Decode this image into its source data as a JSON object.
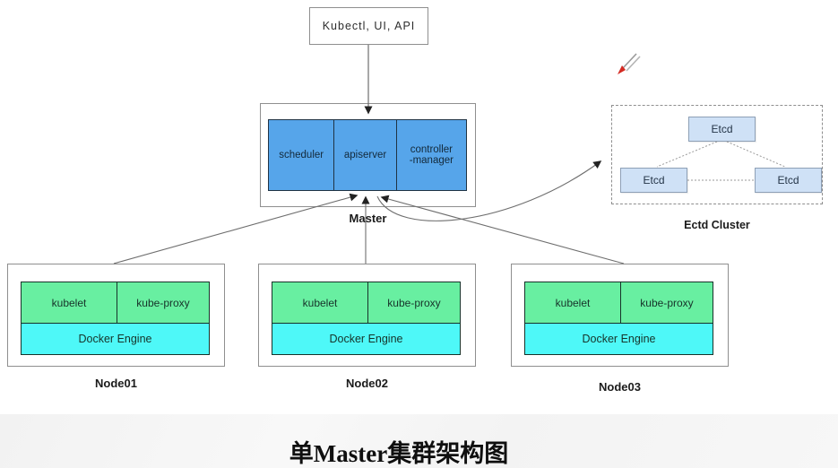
{
  "diagram": {
    "client_box": {
      "label": "Kubectl,  UI,  API"
    },
    "master": {
      "label": "Master",
      "components": [
        "scheduler",
        "apiserver",
        "controller\n-manager"
      ]
    },
    "etcd_cluster": {
      "label": "Ectd Cluster",
      "nodes": [
        "Etcd",
        "Etcd",
        "Etcd"
      ]
    },
    "nodes": [
      {
        "label": "Node01",
        "components": [
          "kubelet",
          "kube-proxy"
        ],
        "engine": "Docker Engine"
      },
      {
        "label": "Node02",
        "components": [
          "kubelet",
          "kube-proxy"
        ],
        "engine": "Docker Engine"
      },
      {
        "label": "Node03",
        "components": [
          "kubelet",
          "kube-proxy"
        ],
        "engine": "Docker Engine"
      }
    ],
    "caption": "单Master集群架构图",
    "icons": {
      "pen_cursor": "red-tipped-pen-annotation-cursor"
    },
    "colors": {
      "master_component_fill": "#56a5ea",
      "node_component_fill": "#68efa1",
      "docker_engine_fill": "#4ef8f8",
      "etcd_fill": "#cfe1f6",
      "box_border": "#8f8f8f",
      "arrow_line": "#6e6e6e",
      "caption_band": "#f5f5f5"
    }
  }
}
